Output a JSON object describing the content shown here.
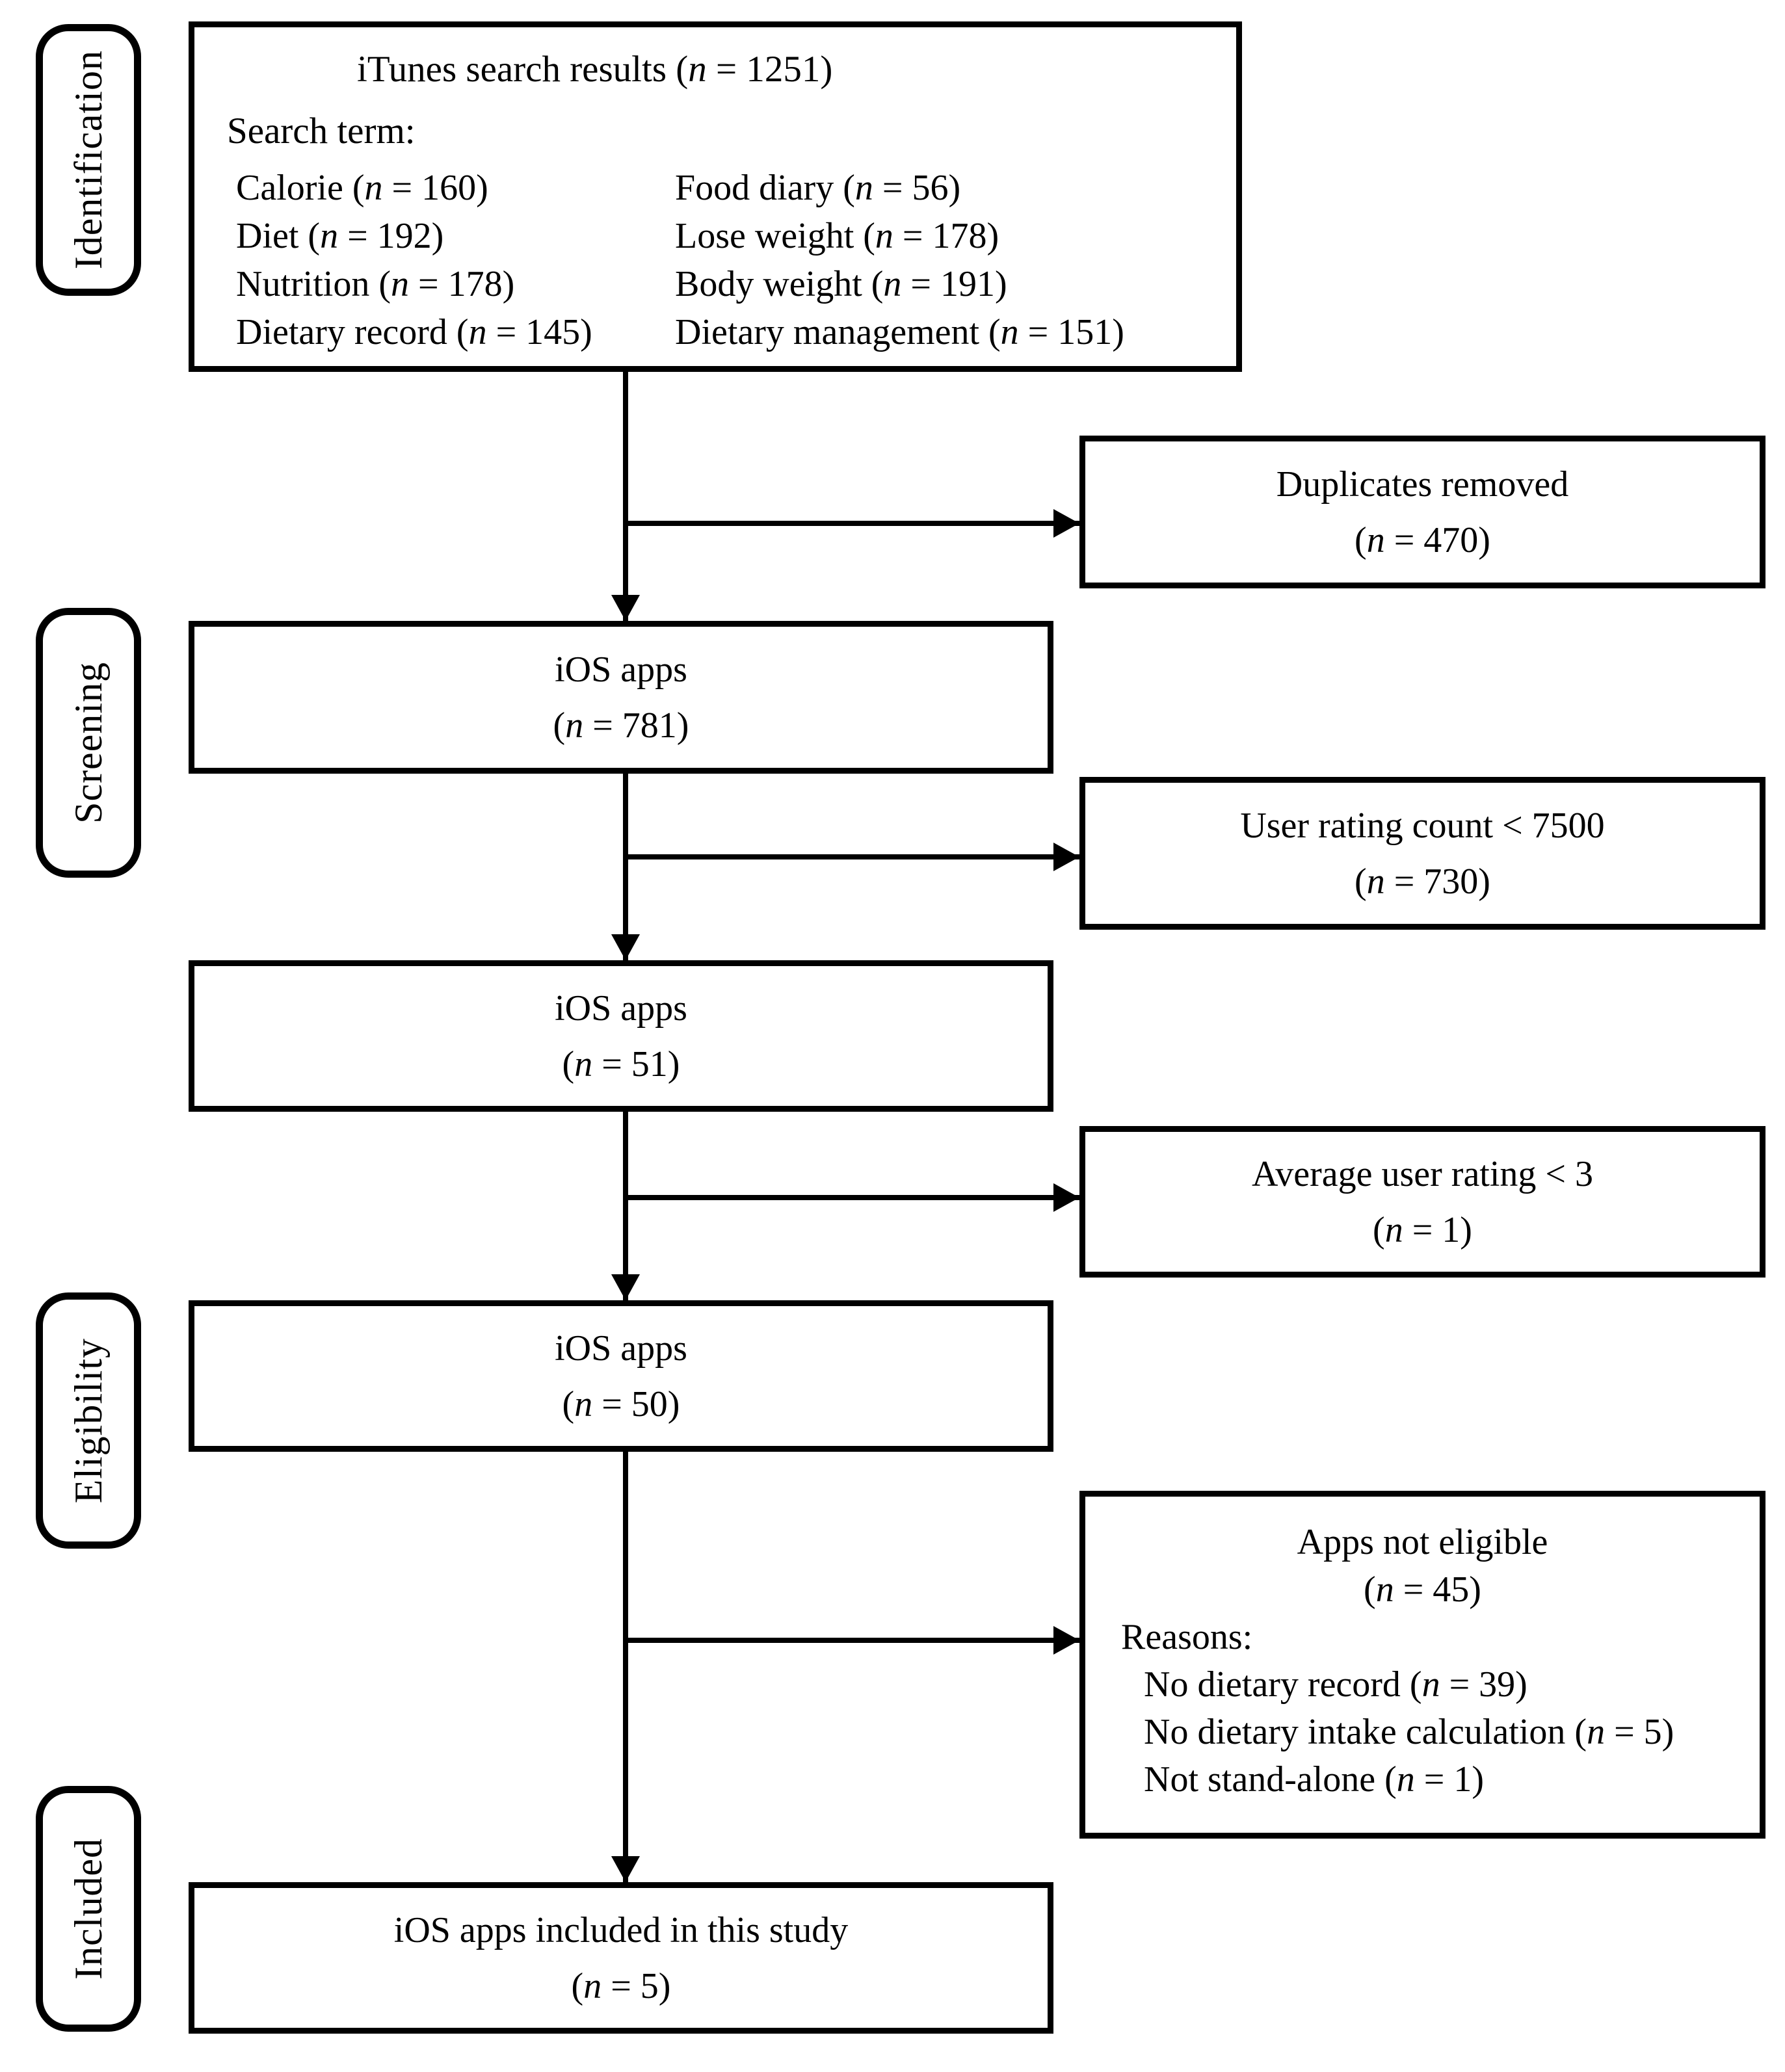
{
  "page": {
    "background": "#ffffff",
    "ink": "#000000"
  },
  "stages": [
    {
      "label": "Identification"
    },
    {
      "label": "Screening"
    },
    {
      "label": "Eligibility"
    },
    {
      "label": "Included"
    }
  ],
  "flow": {
    "top_box": {
      "title": "iTunes search results (n = 1251)",
      "search_term_label": "Search term:",
      "terms_left": [
        "Calorie (n = 160)",
        "Diet (n = 192)",
        "Nutrition (n = 178)",
        "Dietary record (n = 145)"
      ],
      "terms_right": [
        "Food diary (n = 56)",
        "Lose weight (n = 178)",
        "Body weight (n = 191)",
        "Dietary management (n = 151)"
      ]
    },
    "main_boxes": [
      {
        "line1": "iOS apps",
        "line2": "(n = 781)"
      },
      {
        "line1": "iOS apps",
        "line2": "(n = 51)"
      },
      {
        "line1": "iOS apps",
        "line2": "(n = 50)"
      },
      {
        "line1": "iOS apps included in this study",
        "line2": "(n = 5)"
      }
    ],
    "exclusion_boxes": [
      {
        "line1": "Duplicates removed",
        "line2": "(n = 470)"
      },
      {
        "line1": "User rating count < 7500",
        "line2": "(n = 730)"
      },
      {
        "line1": "Average user rating < 3",
        "line2": "(n = 1)"
      },
      {
        "line1": "Apps not eligible",
        "line2": "(n = 45)",
        "reasons_label": "Reasons:",
        "reasons": [
          "No dietary record (n = 39)",
          "No dietary intake calculation (n = 5)",
          "Not stand-alone (n = 1)"
        ]
      }
    ]
  }
}
